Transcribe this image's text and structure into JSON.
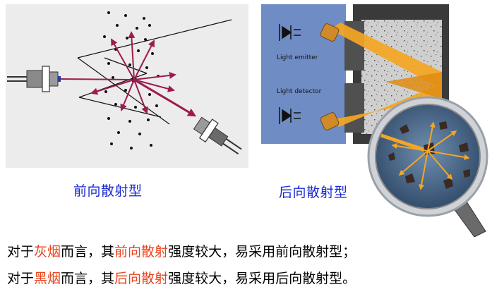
{
  "diagram": {
    "forward_caption": "前向散射型",
    "backward_caption": "后向散射型",
    "emitter_label": "Light emitter",
    "detector_label": "Light detector"
  },
  "text": {
    "line1": {
      "part1": "对于",
      "highlight1": "灰烟",
      "part2": "而言，其",
      "highlight2": "前向散射",
      "part3": "强度较大，易采用前向散射型；"
    },
    "line2": {
      "part1": "对于",
      "highlight1": "黑烟",
      "part2": "而言，其",
      "highlight2": "后向散射",
      "part3": "强度较大，易采用后向散射型。"
    }
  },
  "colors": {
    "highlight": "#e8431c",
    "caption": "#1a2bd1",
    "arrow_forward": "#9c1b4e",
    "arrow_backward": "#f5a623",
    "panel_blue": "#6f8cc4"
  }
}
